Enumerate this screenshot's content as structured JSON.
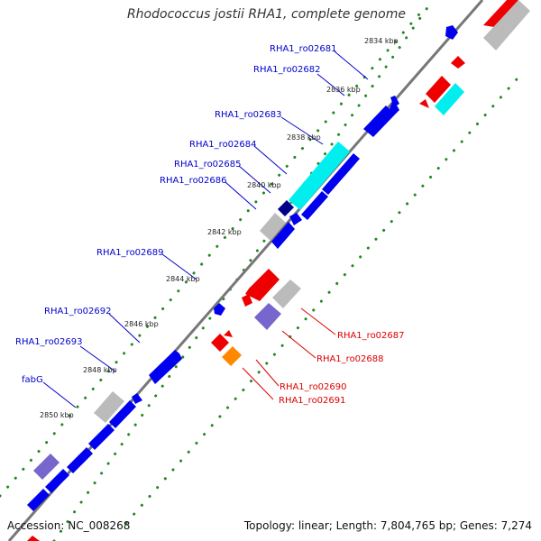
{
  "title": "Rhodococcus jostii RHA1, complete genome",
  "footer": {
    "accession": "Accession: NC_008268",
    "topology": "Topology: linear; Length: 7,804,765 bp; Genes: 7,274"
  },
  "colors": {
    "forward": "#0000ee",
    "reverse": "#ee0000",
    "cyan": "#00eeee",
    "grey": "#bbbbbb",
    "slate": "#7766cc",
    "navy": "#000088",
    "orange": "#ff8800",
    "dots": "#228822",
    "backbone": "#777777"
  },
  "kbp_labels": [
    "2834 kbp",
    "2836 kbp",
    "2838 kbp",
    "2840 kbp",
    "2842 kbp",
    "2844 kbp",
    "2846 kbp",
    "2848 kbp",
    "2850 kbp"
  ],
  "forward_labels": [
    "RHA1_ro02681",
    "RHA1_ro02682",
    "RHA1_ro02683",
    "RHA1_ro02684",
    "RHA1_ro02685",
    "RHA1_ro02686",
    "RHA1_ro02689",
    "RHA1_ro02692",
    "RHA1_ro02693",
    "fabG"
  ],
  "reverse_labels": [
    "RHA1_ro02687",
    "RHA1_ro02688",
    "RHA1_ro02690",
    "RHA1_ro02691"
  ]
}
